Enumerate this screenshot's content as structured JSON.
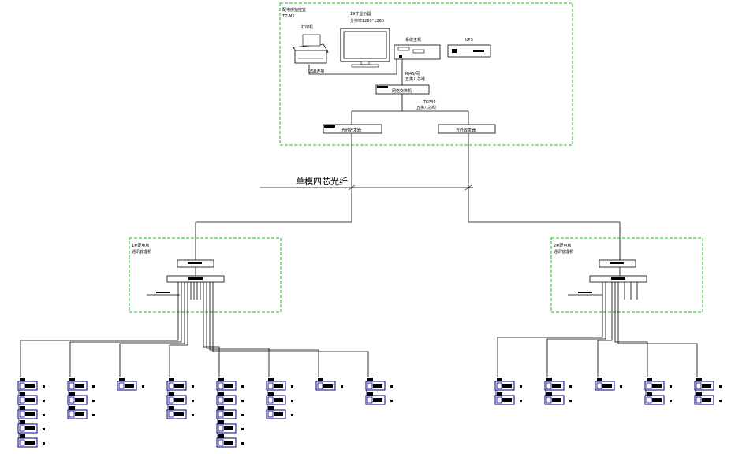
{
  "control_room": {
    "title_line1": "配电房监控室",
    "title_line2": "TZ-M1",
    "monitor_line1": "19寸显示器",
    "monitor_line2": "分辨率1280*1280",
    "printer": "打印机",
    "host": "系统主机",
    "ups": "UPS",
    "cable_printer": "USB连接",
    "cable_host_line1": "RJ45/网",
    "cable_host_line2": "五类八芯线",
    "switch": "网络交换机",
    "cable_switch_line1": "TCP/IP",
    "cable_switch_line2": "五类八芯线",
    "converter_left": "光纤收发器",
    "converter_right": "光纤收发器"
  },
  "fiber_label": "单模四芯光纤",
  "substations": [
    {
      "title_line1": "1#配电房",
      "title_line2": "通讯管理机"
    },
    {
      "title_line1": "2#配电房",
      "title_line2": "通讯管理机"
    }
  ],
  "meter_groups": {
    "left": [
      5,
      3,
      1,
      3,
      5,
      3,
      1,
      2
    ],
    "right": [
      2,
      2,
      1,
      2,
      2
    ]
  },
  "colors": {
    "dashed_border": "#22bb22",
    "meter_blue": "#000080",
    "line": "#000000"
  }
}
